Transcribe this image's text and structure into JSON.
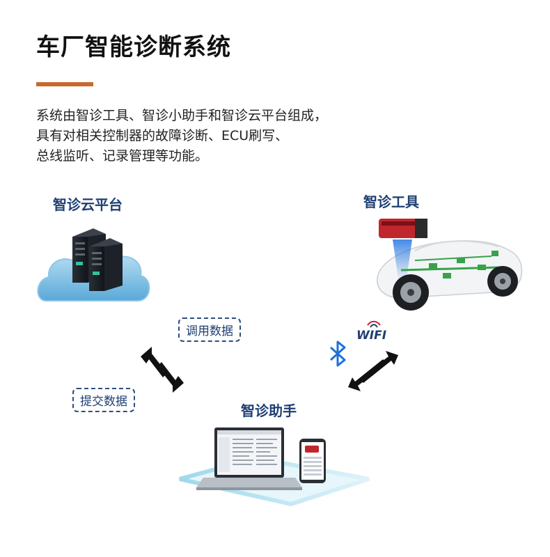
{
  "header": {
    "title": "车厂智能诊断系统",
    "accent_color": "#c86a2c"
  },
  "description": {
    "lines": [
      "系统由智诊工具、智诊小助手和智诊云平台组成，",
      "具有对相关控制器的故障诊断、ECU刷写、",
      "总线监听、记录管理等功能。"
    ]
  },
  "nodes": {
    "cloud": {
      "label": "智诊云平台",
      "icon": "cloud-server-icon"
    },
    "tool": {
      "label": "智诊工具",
      "icon": "obd-car-icon"
    },
    "assistant": {
      "label": "智诊助手",
      "icon": "laptop-phone-icon"
    }
  },
  "flows": {
    "fetch_label": "调用数据",
    "submit_label": "提交数据",
    "wireless_label": "WIFI",
    "bluetooth_icon": "bluetooth-icon"
  },
  "colors": {
    "label_blue": "#1f3f73",
    "bluetooth_blue": "#1e6fd9",
    "arrow": "#111111"
  }
}
